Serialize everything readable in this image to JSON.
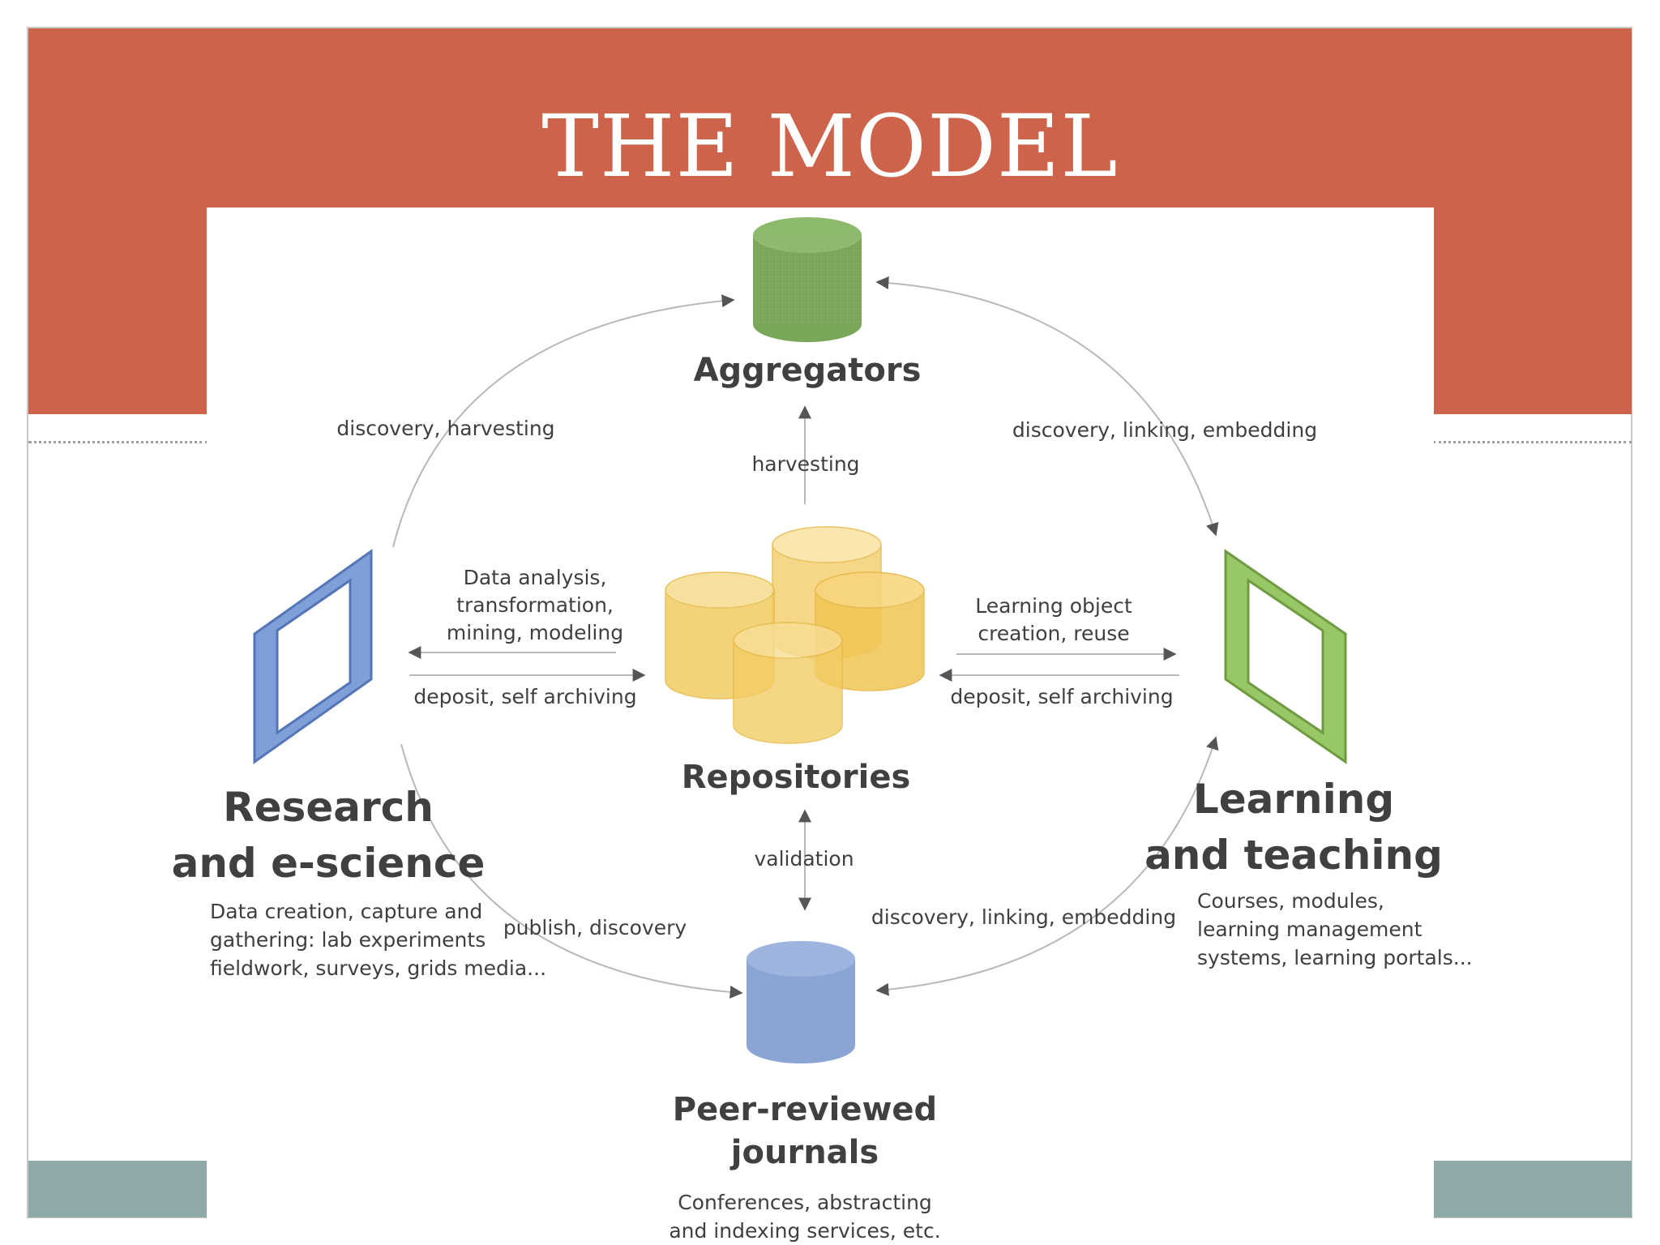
{
  "slide": {
    "title": "THE MODEL"
  },
  "colors": {
    "title_band": "#cd634b",
    "footer_band": "#8fa9a8",
    "aggregators": "#7aa65a",
    "journals": "#8aa5d4",
    "repositories": "#f2cc63",
    "research_frame": "#7f9fd8",
    "learning_frame": "#98c865"
  },
  "diagram": {
    "aggregators": {
      "label": "Aggregators"
    },
    "repositories": {
      "label": "Repositories"
    },
    "journals": {
      "label_line1": "Peer-reviewed",
      "label_line2": "journals",
      "desc_line1": "Conferences, abstracting",
      "desc_line2": "and indexing services, etc."
    },
    "research": {
      "label_line1": "Research",
      "label_line2": "and e-science",
      "desc_line1": "Data creation, capture and",
      "desc_line2": "gathering: lab experiments",
      "desc_line3": "fieldwork, surveys, grids media..."
    },
    "learning": {
      "label_line1": "Learning",
      "label_line2": "and teaching",
      "desc_line1": "Courses, modules,",
      "desc_line2": "learning management",
      "desc_line3": "systems, learning portals..."
    },
    "flows": {
      "research_to_aggregators": "discovery, harvesting",
      "aggregators_to_learning": "discovery, linking, embedding",
      "repositories_to_aggregators": "harvesting",
      "analysis_line1": "Data analysis,",
      "analysis_line2": "transformation,",
      "analysis_line3": "mining, modeling",
      "research_deposit": "deposit, self archiving",
      "learning_object_line1": "Learning object",
      "learning_object_line2": "creation, reuse",
      "learning_deposit": "deposit, self archiving",
      "validation": "validation",
      "research_to_journals": "publish, discovery",
      "learning_to_journals": "discovery, linking, embedding"
    }
  }
}
